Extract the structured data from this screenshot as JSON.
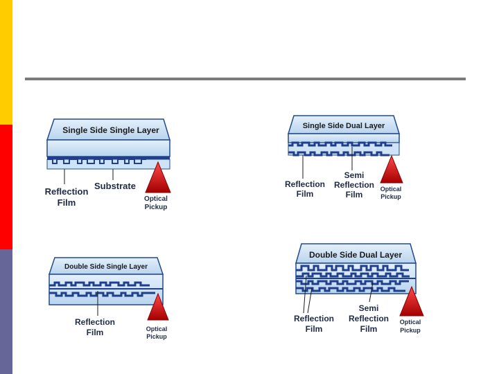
{
  "colors": {
    "stripe_top": "#FFCC00",
    "stripe_mid": "#FF0000",
    "stripe_bottom": "#666699",
    "rule": "#7a7a7a",
    "disc_fill": "#cfe3f7",
    "disc_stroke": "#1f4a8c",
    "film": "#1f3f8c",
    "pickup": "#cc0000"
  },
  "diagrams": [
    {
      "title": "Single Side Single Layer",
      "labels": {
        "reflection_1": "Reflection",
        "reflection_2": "Film",
        "substrate": "Substrate",
        "optical_1": "Optical",
        "optical_2": "Pickup"
      }
    },
    {
      "title": "Single Side Dual Layer",
      "labels": {
        "reflection_1": "Reflection",
        "reflection_2": "Film",
        "semi_1": "Semi",
        "semi_2": "Reflection",
        "semi_3": "Film",
        "optical_1": "Optical",
        "optical_2": "Pickup"
      }
    },
    {
      "title": "Double Side Single Layer",
      "labels": {
        "reflection_1": "Reflection",
        "reflection_2": "Film",
        "optical_1": "Optical",
        "optical_2": "Pickup"
      }
    },
    {
      "title": "Double Side Dual Layer",
      "labels": {
        "reflection_1": "Reflection",
        "reflection_2": "Film",
        "semi_1": "Semi",
        "semi_2": "Reflection",
        "semi_3": "Film",
        "optical_1": "Optical",
        "optical_2": "Pickup"
      }
    }
  ]
}
